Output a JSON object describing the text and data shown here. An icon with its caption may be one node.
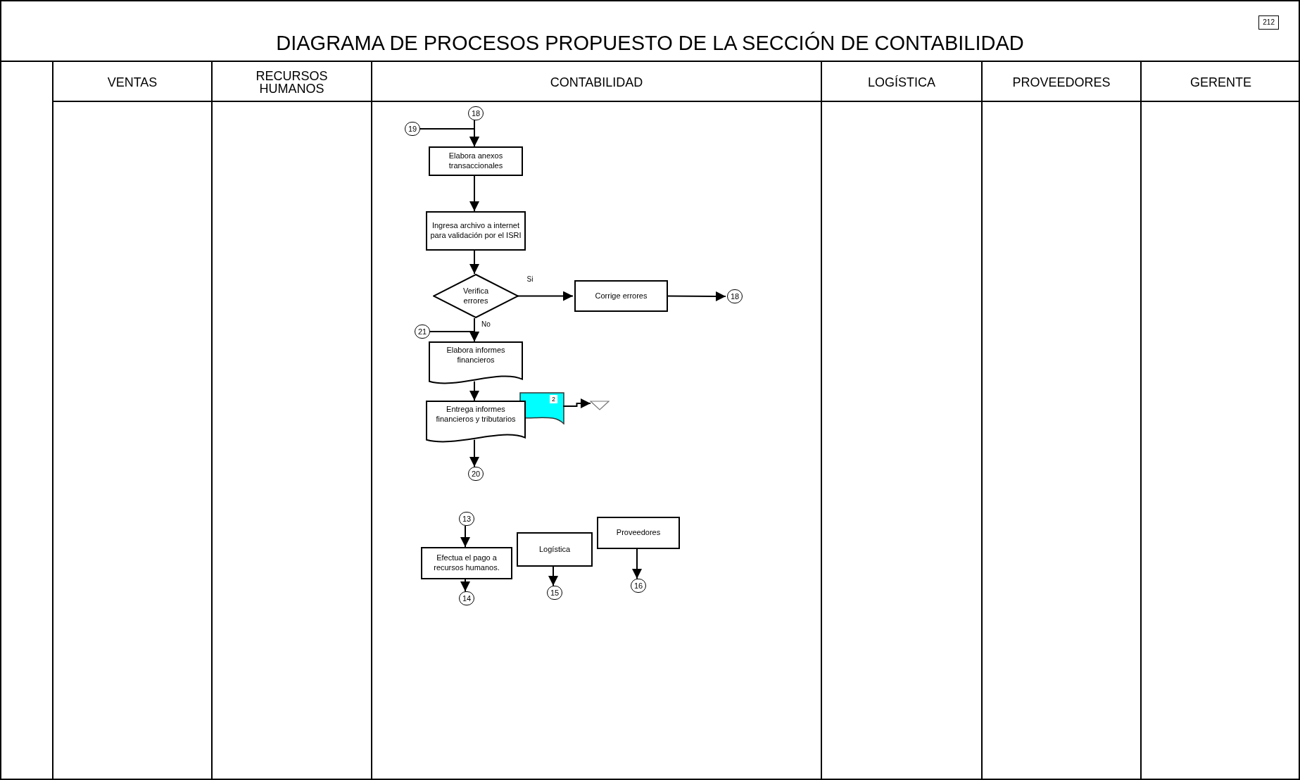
{
  "diagram": {
    "title": "DIAGRAMA DE PROCESOS PROPUESTO DE LA SECCIÓN DE CONTABILIDAD",
    "nodes": [
      {
        "text": [
          "VENTAS"
        ]
      },
      {
        "text": [
          "RECURSOS HUMANOS"
        ]
      },
      {
        "text": [
          "CONTABILIDAD"
        ]
      },
      {
        "text": [
          "LOGÍSTICA"
        ]
      },
      {
        "text": [
          "PROVEEDORES"
        ]
      },
      {
        "text": [
          "GERENTE"
        ]
      },
      {
        "text": [
          "18"
        ],
        "in": 2
      },
      {
        "text": [
          "19"
        ],
        "in": 2
      },
      {
        "text": [
          "Elabora anexos transaccionales"
        ],
        "in": 2
      },
      {
        "text": [
          "Ingresa archivo a internet para validación por el ISRI"
        ],
        "in": 2
      },
      {
        "text": [
          "Verifica errores"
        ],
        "in": 2
      },
      {
        "text": [
          "Corrige errores"
        ],
        "in": 2
      },
      {
        "text": [
          "18"
        ],
        "in": 2
      },
      {
        "text": [
          "21"
        ],
        "in": 2
      },
      {
        "text": [
          "Elabora informes financieros"
        ],
        "in": 2
      },
      {
        "text": [
          "2"
        ],
        "in": 2
      },
      {
        "text": [
          "Entrega informes financieros y tributarios"
        ],
        "in": 2
      },
      {
        "text": [],
        "shape": "triangle",
        "in": 2
      },
      {
        "text": [
          "20"
        ],
        "in": 2
      },
      {
        "text": [
          "13"
        ],
        "in": 2
      },
      {
        "text": [
          "Efectua el pago a recursos humanos."
        ],
        "in": 2
      },
      {
        "text": [
          "Logística"
        ],
        "in": 2
      },
      {
        "text": [
          "Proveedores"
        ],
        "in": 2
      },
      {
        "text": [
          "14"
        ],
        "in": 2
      },
      {
        "text": [
          "15"
        ],
        "in": 2
      },
      {
        "text": [
          "16"
        ],
        "in": 2
      }
    ],
    "edges": [
      {
        "from": 6,
        "to": 8,
        "arrow": "to"
      },
      {
        "from": 7,
        "to": 8,
        "arrow": "to"
      },
      {
        "from": 8,
        "to": 9,
        "arrow": "to"
      },
      {
        "from": 9,
        "to": 10,
        "arrow": "to"
      },
      {
        "from": 10,
        "to": 11,
        "arrow": "to",
        "label": "Si"
      },
      {
        "from": 11,
        "to": 12,
        "arrow": "to"
      },
      {
        "from": 10,
        "to": 14,
        "arrow": "to",
        "label": "No"
      },
      {
        "from": 13,
        "to": 14,
        "arrow": "to"
      },
      {
        "from": 14,
        "to": 16,
        "arrow": "to"
      },
      {
        "from": 15,
        "to": 17,
        "arrow": "to"
      },
      {
        "from": 16,
        "to": 18,
        "arrow": "to"
      },
      {
        "from": 19,
        "to": 20,
        "arrow": "to"
      },
      {
        "from": 20,
        "to": 23,
        "arrow": "to"
      },
      {
        "from": 21,
        "to": 24,
        "arrow": "to"
      },
      {
        "from": 22,
        "to": 25,
        "arrow": "to"
      }
    ],
    "labels": [
      "212"
    ]
  }
}
